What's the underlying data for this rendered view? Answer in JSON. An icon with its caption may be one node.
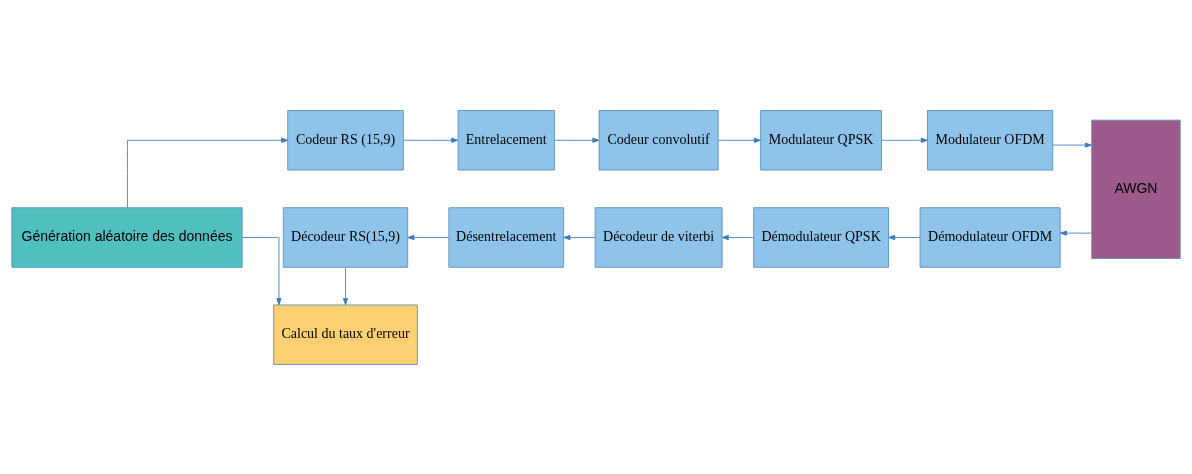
{
  "diagram": {
    "nodes": [
      {
        "text": [
          "Génération aléatoire des données"
        ]
      },
      {
        "text": [
          "Codeur RS (15,9)"
        ]
      },
      {
        "text": [
          "Entrelacement"
        ]
      },
      {
        "text": [
          "Codeur convolutif"
        ]
      },
      {
        "text": [
          "Modulateur QPSK"
        ]
      },
      {
        "text": [
          "Modulateur OFDM"
        ]
      },
      {
        "text": [
          "AWGN"
        ]
      },
      {
        "text": [
          "Démodulateur OFDM"
        ]
      },
      {
        "text": [
          "Démodulateur QPSK"
        ]
      },
      {
        "text": [
          "Décodeur de viterbi"
        ]
      },
      {
        "text": [
          "Désentrelacement"
        ]
      },
      {
        "text": [
          "Décodeur RS(15,9)"
        ]
      },
      {
        "text": [
          "Calcul du taux d'erreur"
        ]
      }
    ],
    "edges": [
      {
        "from": 0,
        "to": 1,
        "arrow": "to"
      },
      {
        "from": 1,
        "to": 2,
        "arrow": "to"
      },
      {
        "from": 2,
        "to": 3,
        "arrow": "to"
      },
      {
        "from": 3,
        "to": 4,
        "arrow": "to"
      },
      {
        "from": 4,
        "to": 5,
        "arrow": "to"
      },
      {
        "from": 5,
        "to": 6,
        "arrow": "to"
      },
      {
        "from": 6,
        "to": 7,
        "arrow": "to"
      },
      {
        "from": 7,
        "to": 8,
        "arrow": "to"
      },
      {
        "from": 8,
        "to": 9,
        "arrow": "to"
      },
      {
        "from": 9,
        "to": 10,
        "arrow": "to"
      },
      {
        "from": 10,
        "to": 11,
        "arrow": "to"
      },
      {
        "from": 11,
        "to": 12,
        "arrow": "to"
      },
      {
        "from": 0,
        "to": 12,
        "arrow": "to"
      }
    ]
  }
}
